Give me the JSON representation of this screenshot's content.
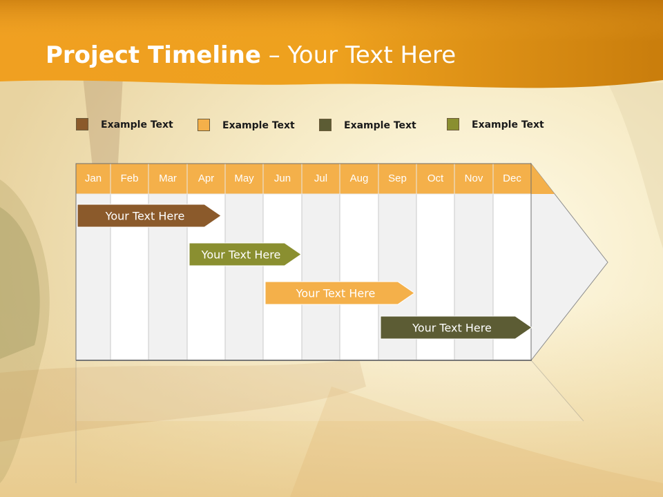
{
  "slide": {
    "title_bold": "Project Timeline",
    "title_rest": " – Your Text Here"
  },
  "legend": [
    {
      "label": "Example Text",
      "color": "#8b5a2b"
    },
    {
      "label": "Example Text",
      "color": "#f4b04a"
    },
    {
      "label": "Example Text",
      "color": "#5c5c34"
    },
    {
      "label": "Example Text",
      "color": "#8a8f30"
    }
  ],
  "months": [
    "Jan",
    "Feb",
    "Mar",
    "Apr",
    "May",
    "Jun",
    "Jul",
    "Aug",
    "Sep",
    "Oct",
    "Nov",
    "Dec"
  ],
  "tasks": [
    {
      "label": "Your  Text Here",
      "color": "#8b5a2b",
      "text_color": "#ffffff"
    },
    {
      "label": "Your  Text Here",
      "color": "#8a8f30",
      "text_color": "#ffffff"
    },
    {
      "label": "Your  Text Here",
      "color": "#f4b04a",
      "text_color": "#ffffff"
    },
    {
      "label": "Your  Text Here",
      "color": "#5c5c34",
      "text_color": "#ffffff"
    }
  ],
  "colors": {
    "header_orange": "#f4b04a",
    "banner_orange": "#e38f14"
  }
}
